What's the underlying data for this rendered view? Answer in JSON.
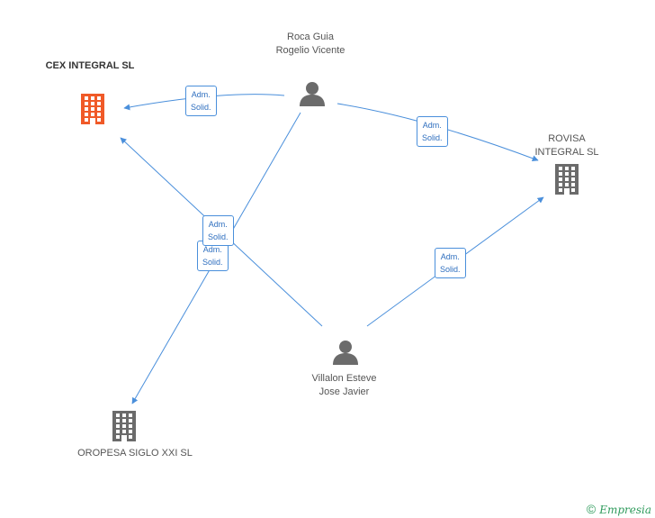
{
  "nodes": {
    "cex": {
      "label": "CEX INTEGRAL SL",
      "type": "company",
      "highlighted": true,
      "icon": "building-icon",
      "color": "#f05a28"
    },
    "rovisa": {
      "label": "ROVISA INTEGRAL SL",
      "type": "company",
      "icon": "building-icon",
      "color": "#6b6b6b"
    },
    "oropesa": {
      "label": "OROPESA SIGLO XXI SL",
      "type": "company",
      "icon": "building-icon",
      "color": "#6b6b6b"
    },
    "roca": {
      "label": "Roca Guia Rogelio Vicente",
      "type": "person",
      "icon": "person-icon",
      "color": "#6b6b6b"
    },
    "villalon": {
      "label": "Villalon Esteve Jose Javier",
      "type": "person",
      "icon": "person-icon",
      "color": "#6b6b6b"
    }
  },
  "edges": [
    {
      "from": "roca",
      "to": "cex",
      "label": "Adm. Solid."
    },
    {
      "from": "roca",
      "to": "rovisa",
      "label": "Adm. Solid."
    },
    {
      "from": "roca",
      "to": "oropesa",
      "label": "Adm. Solid."
    },
    {
      "from": "villalon",
      "to": "cex",
      "label": "Adm. Solid."
    },
    {
      "from": "villalon",
      "to": "rovisa",
      "label": "Adm. Solid."
    }
  ],
  "edge_color": "#4a8fdb",
  "credit": {
    "symbol": "©",
    "brand": "Empresia"
  }
}
